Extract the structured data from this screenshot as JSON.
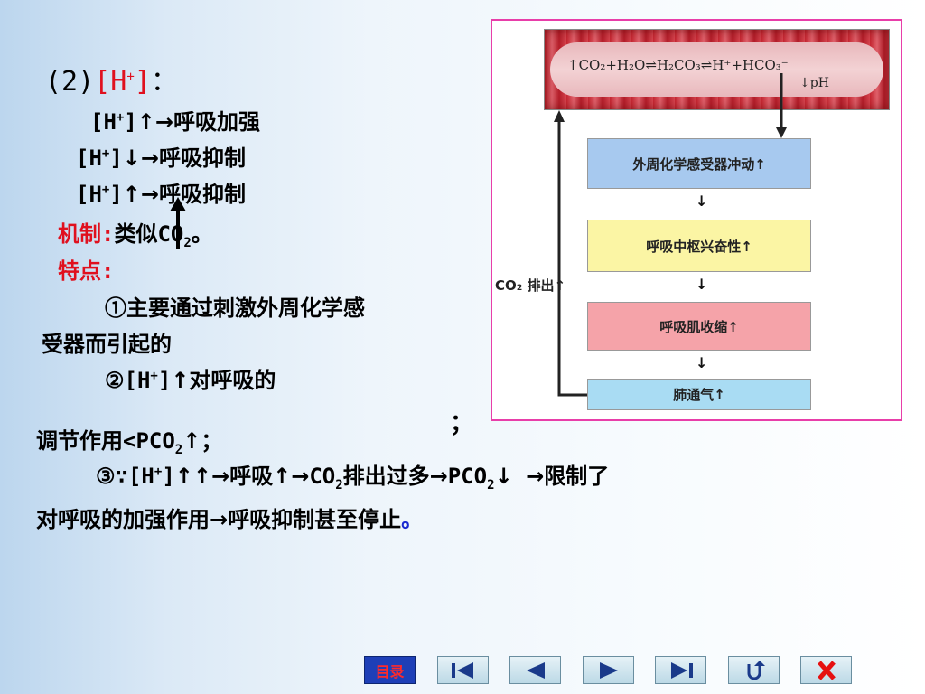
{
  "heading": {
    "prefix": "(2)",
    "ion": "[H",
    "ion_sup": "+",
    "ion_close": "]",
    "colon": "："
  },
  "lines": {
    "l1": {
      "a": "[H",
      "sup": "+",
      "b": "]",
      "arrows": "↑→",
      "c": "呼吸加强"
    },
    "l2": {
      "a": "[H",
      "sup": "+",
      "b": "]",
      "arrows": "↓→",
      "c": "呼吸抑制"
    },
    "l3": {
      "a": "[H",
      "sup": "+",
      "b": "]",
      "arrows": "↑→",
      "c": "呼吸抑制"
    }
  },
  "mechanism": {
    "label": "机制:",
    "text": "类似CO",
    "sub": "2",
    "end": "。"
  },
  "features": {
    "label": "特点:"
  },
  "point1": {
    "line1": "①主要通过刺激外周化学感",
    "line2": "受器而引起的"
  },
  "point2": {
    "a": "②[H",
    "sup": "+",
    "b": "]",
    "arrow": "↑",
    "c": "对呼吸的"
  },
  "stray_semicolon": "；",
  "point2_cont": {
    "a": "调节作用<PCO",
    "sub": "2",
    "arrow": "↑",
    "end": "；"
  },
  "point3": {
    "a": "③∵[H",
    "sup": "+",
    "b": "]",
    "arrows1": "↑↑→",
    "c": "呼吸",
    "arrows2": "↑→",
    "d": "CO",
    "sub1": "2",
    "e": "排出过多",
    "arrow3": "→",
    "f": "PCO",
    "sub2": "2",
    "arrow4": "↓",
    "arrow5": "→",
    "g": "限制了"
  },
  "point3_cont": {
    "a": "对呼吸的加强作用",
    "arrow": "→",
    "b": "呼吸抑制甚至停止",
    "end": "。"
  },
  "diagram": {
    "equation": "↑CO₂+H₂O⇌H₂CO₃⇌H⁺+HCO₃⁻",
    "ph": "↓pH",
    "box1": "外周化学感受器冲动↑",
    "box2": "呼吸中枢兴奋性↑",
    "box3": "呼吸肌收缩↑",
    "box4": "肺通气↑",
    "co2_out": "CO₂ 排出↑"
  },
  "nav": {
    "mulu": "目录",
    "first_icon": "skip-first-icon",
    "prev_icon": "prev-icon",
    "next_icon": "next-icon",
    "last_icon": "skip-last-icon",
    "return_icon": "return-icon",
    "close_icon": "close-icon"
  },
  "colors": {
    "red": "#e0101e",
    "border": "#e83ea9",
    "accent_blue": "#1a2ad0"
  }
}
